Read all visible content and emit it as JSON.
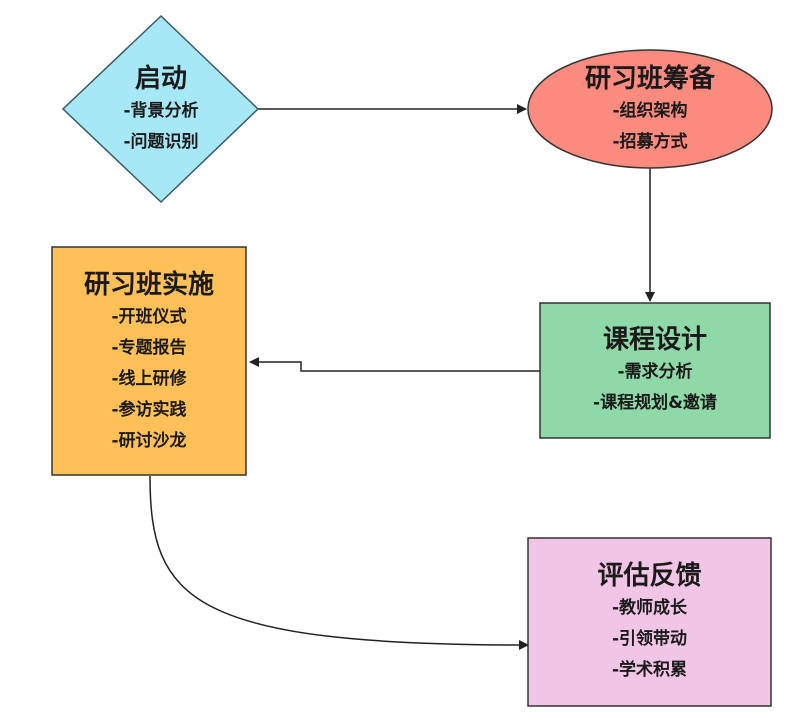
{
  "nodes": {
    "start": {
      "title": "启动",
      "items": [
        "-背景分析",
        "-问题识别"
      ],
      "fill": "#A6E8F6"
    },
    "prep": {
      "title": "研习班筹备",
      "items": [
        "-组织架构",
        "-招募方式"
      ],
      "fill": "#FA8B7E"
    },
    "design": {
      "title": "课程设计",
      "items": [
        "-需求分析",
        "-课程规划&邀请"
      ],
      "fill": "#8FD9A8"
    },
    "implement": {
      "title": "研习班实施",
      "items": [
        "-开班仪式",
        "-专题报告",
        "-线上研修",
        "-参访实践",
        "-研讨沙龙"
      ],
      "fill": "#FEC057"
    },
    "evaluate": {
      "title": "评估反馈",
      "items": [
        "-教师成长",
        "-引领带动",
        "-学术积累"
      ],
      "fill": "#F1C5E6"
    }
  },
  "colors": {
    "stroke": "#333333",
    "arrow": "#222222",
    "text": "#1a1a1a"
  }
}
